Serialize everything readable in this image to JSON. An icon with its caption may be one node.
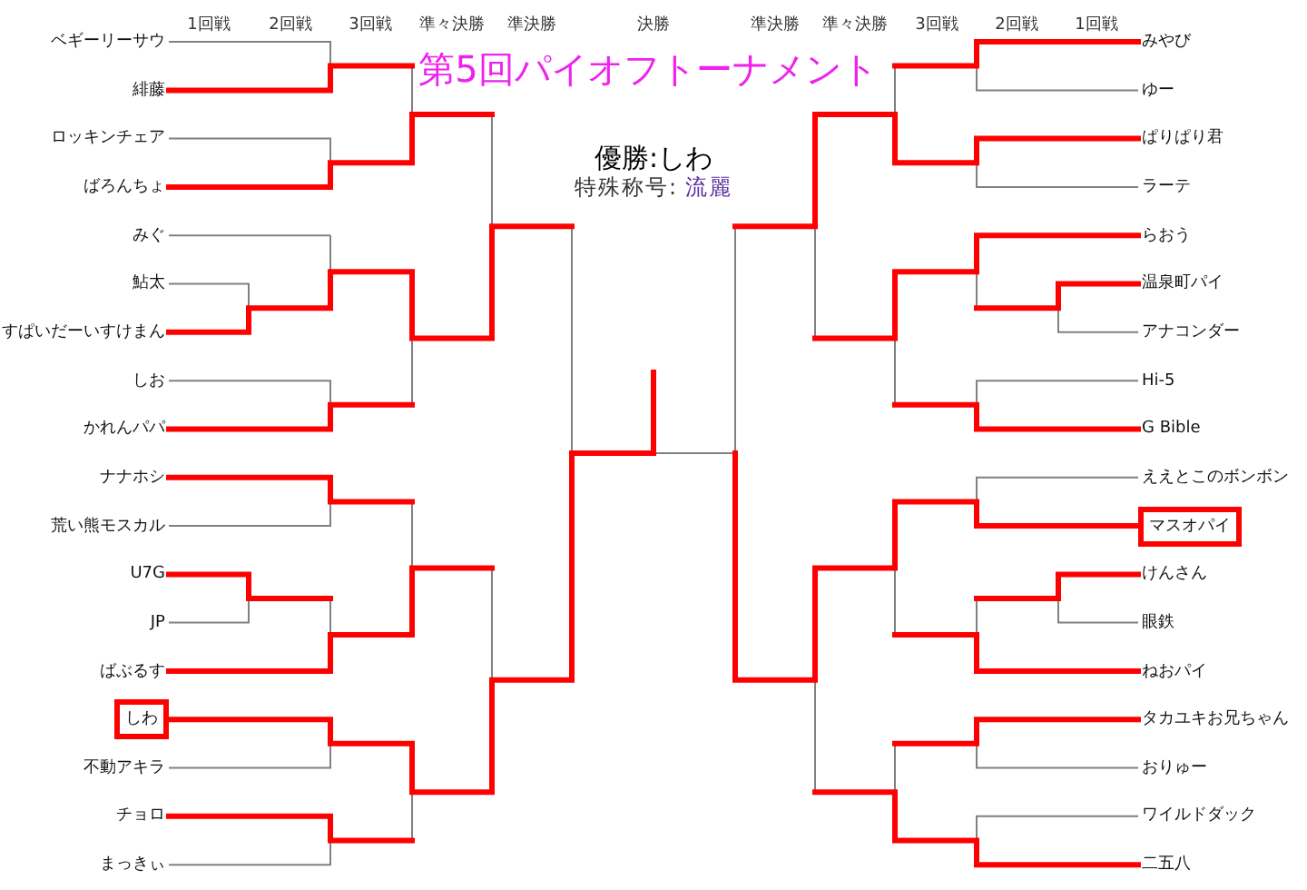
{
  "diagram": {
    "title": "第5回パイオフトーナメント",
    "nodes": [
      {
        "text": [
          "ベギーリーサウ"
        ]
      },
      {
        "text": [
          "緋藤"
        ]
      },
      {
        "text": [
          "ロッキンチェア"
        ]
      },
      {
        "text": [
          "ばろんちょ"
        ]
      },
      {
        "text": [
          "みぐ"
        ]
      },
      {
        "text": [
          "鮎太"
        ]
      },
      {
        "text": [
          "すぱいだーいすけまん"
        ]
      },
      {
        "text": [
          "しお"
        ]
      },
      {
        "text": [
          "かれんパパ"
        ]
      },
      {
        "text": [
          "ナナホシ"
        ]
      },
      {
        "text": [
          "荒い熊モスカル"
        ]
      },
      {
        "text": [
          "U7G"
        ]
      },
      {
        "text": [
          "JP"
        ]
      },
      {
        "text": [
          "ばぶるす"
        ]
      },
      {
        "text": [
          "しわ"
        ]
      },
      {
        "text": [
          "不動アキラ"
        ]
      },
      {
        "text": [
          "チョロ"
        ]
      },
      {
        "text": [
          "まっきぃ"
        ]
      },
      {
        "text": [
          "みやび"
        ]
      },
      {
        "text": [
          "ゆー"
        ]
      },
      {
        "text": [
          "ぱりぱり君"
        ]
      },
      {
        "text": [
          "ラーテ"
        ]
      },
      {
        "text": [
          "らおう"
        ]
      },
      {
        "text": [
          "温泉町パイ"
        ]
      },
      {
        "text": [
          "アナコンダー"
        ]
      },
      {
        "text": [
          "Hi-5"
        ]
      },
      {
        "text": [
          "G Bible"
        ]
      },
      {
        "text": [
          "ええとこのボンボン"
        ]
      },
      {
        "text": [
          "マスオパイ"
        ]
      },
      {
        "text": [
          "けんさん"
        ]
      },
      {
        "text": [
          "眼鉄"
        ]
      },
      {
        "text": [
          "ねおパイ"
        ]
      },
      {
        "text": [
          "タカユキお兄ちゃん"
        ]
      },
      {
        "text": [
          "おりゅー"
        ]
      },
      {
        "text": [
          "ワイルドダック"
        ]
      },
      {
        "text": [
          "二五八"
        ]
      }
    ],
    "edges": [
      {
        "from": 0,
        "to": 1,
        "arrow": "none"
      },
      {
        "from": 2,
        "to": 3,
        "arrow": "none"
      },
      {
        "from": 5,
        "to": 6,
        "arrow": "none"
      },
      {
        "from": 7,
        "to": 8,
        "arrow": "none"
      },
      {
        "from": 9,
        "to": 10,
        "arrow": "none"
      },
      {
        "from": 11,
        "to": 12,
        "arrow": "none"
      },
      {
        "from": 14,
        "to": 15,
        "arrow": "none"
      },
      {
        "from": 16,
        "to": 17,
        "arrow": "none"
      },
      {
        "from": 18,
        "to": 19,
        "arrow": "none"
      },
      {
        "from": 20,
        "to": 21,
        "arrow": "none"
      },
      {
        "from": 23,
        "to": 24,
        "arrow": "none"
      },
      {
        "from": 25,
        "to": 26,
        "arrow": "none"
      },
      {
        "from": 27,
        "to": 28,
        "arrow": "none"
      },
      {
        "from": 29,
        "to": 30,
        "arrow": "none"
      },
      {
        "from": 32,
        "to": 33,
        "arrow": "none"
      },
      {
        "from": 34,
        "to": 35,
        "arrow": "none"
      }
    ],
    "labels": [
      "1回戦",
      "2回戦",
      "3回戦",
      "準々決勝",
      "準決勝",
      "決勝",
      "準決勝",
      "準々決勝",
      "3回戦",
      "2回戦",
      "1回戦",
      "優勝:しわ",
      "特殊称号:",
      "流麗"
    ]
  }
}
